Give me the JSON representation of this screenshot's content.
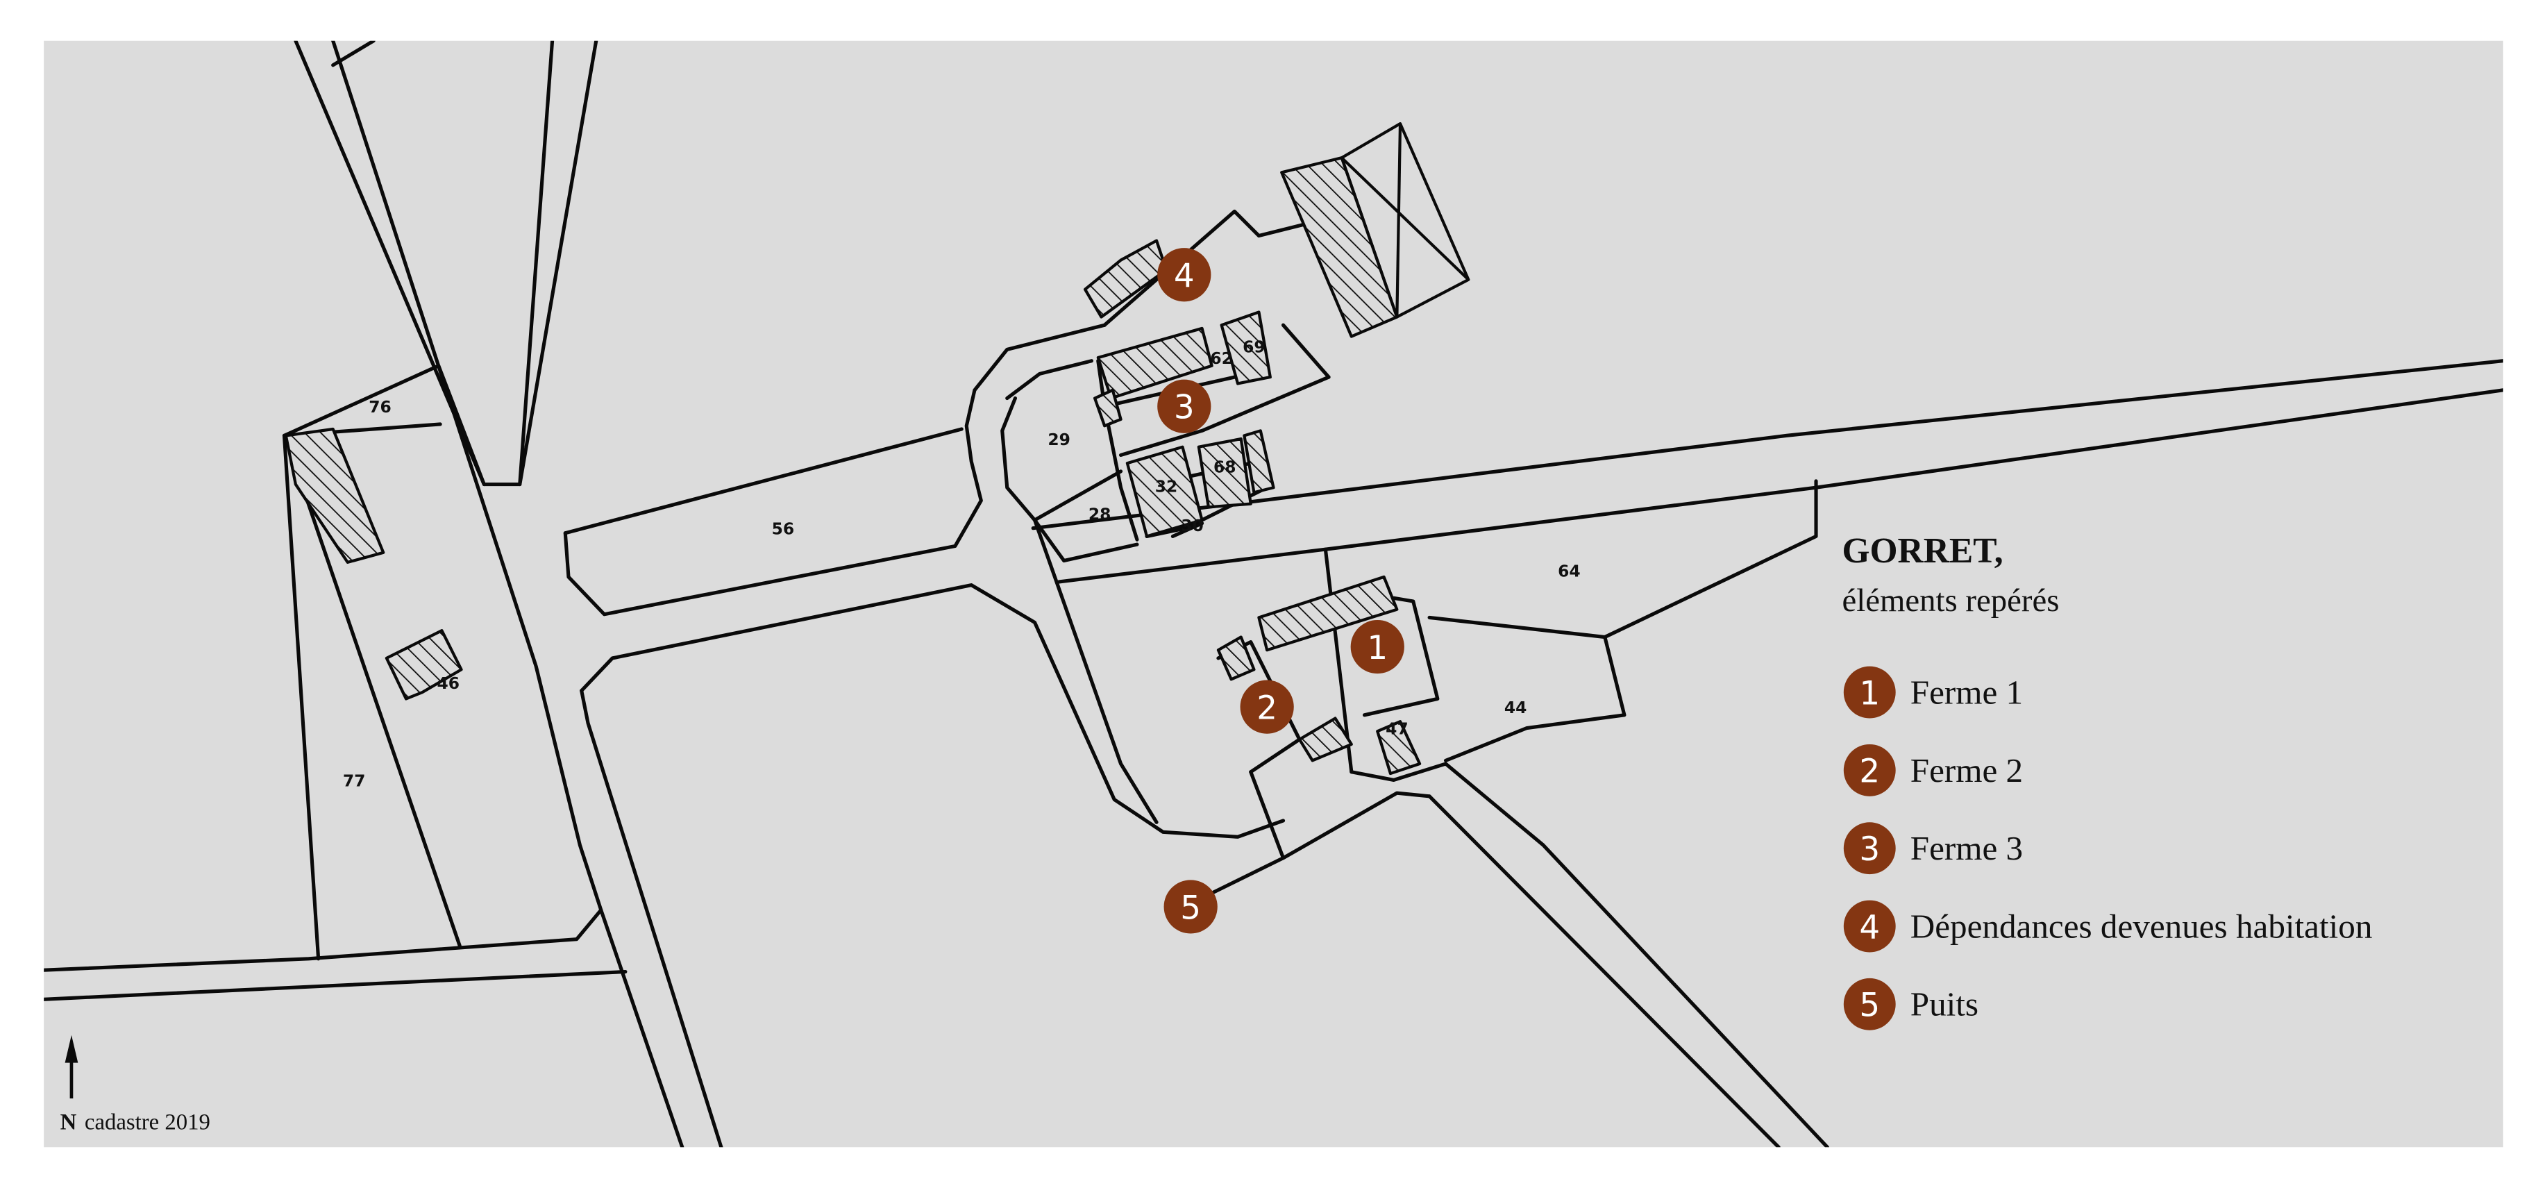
{
  "colors": {
    "map_background": "#dcdcdc",
    "page_background": "#ffffff",
    "line": "#0a0a0a",
    "marker": "#843612",
    "marker_text": "#ffffff"
  },
  "legend": {
    "title": "GORRET,",
    "subtitle": "éléments repérés",
    "items": [
      {
        "number": "1",
        "label": "Ferme 1"
      },
      {
        "number": "2",
        "label": "Ferme 2"
      },
      {
        "number": "3",
        "label": "Ferme 3"
      },
      {
        "number": "4",
        "label": "Dépendances devenues habitation"
      },
      {
        "number": "5",
        "label": "Puits"
      }
    ]
  },
  "map": {
    "markers": [
      {
        "number": "1",
        "refers_to": "Ferme 1"
      },
      {
        "number": "2",
        "refers_to": "Ferme 2"
      },
      {
        "number": "3",
        "refers_to": "Ferme 3"
      },
      {
        "number": "4",
        "refers_to": "Dépendances devenues habitation"
      },
      {
        "number": "5",
        "refers_to": "Puits"
      }
    ],
    "parcel_numbers": [
      "76",
      "46",
      "77",
      "56",
      "29",
      "28",
      "30",
      "32",
      "62",
      "69",
      "68",
      "64",
      "44",
      "47"
    ]
  },
  "north_arrow": {
    "icon": "north-arrow-icon",
    "letter": "N"
  },
  "credit": "cadastre 2019"
}
